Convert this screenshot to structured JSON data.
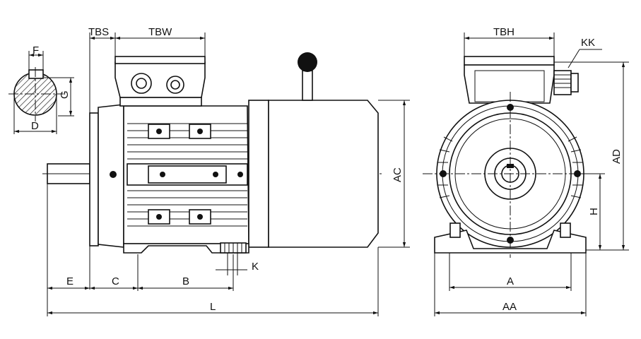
{
  "labels": {
    "F": "F",
    "G": "G",
    "D": "D",
    "TBS": "TBS",
    "TBW": "TBW",
    "TBH": "TBH",
    "KK": "KK",
    "AC": "AC",
    "AD": "AD",
    "H": "H",
    "K": "K",
    "E": "E",
    "C": "C",
    "B": "B",
    "L": "L",
    "A": "A",
    "AA": "AA"
  }
}
